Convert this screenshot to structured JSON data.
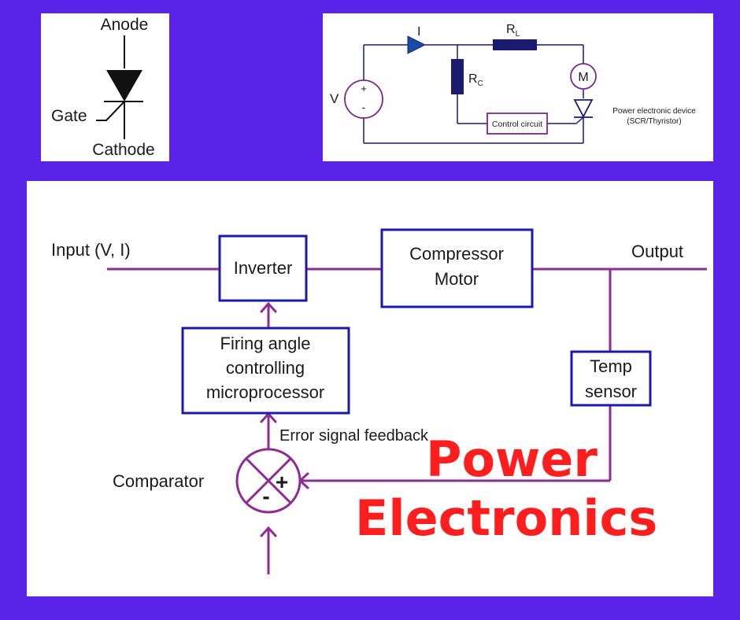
{
  "scr_symbol": {
    "anode_label": "Anode",
    "gate_label": "Gate",
    "cathode_label": "Cathode"
  },
  "circuit": {
    "source_label": "V",
    "source_plus": "+",
    "source_minus": "-",
    "current_label": "I",
    "load_resistor_label": "R",
    "load_resistor_sub": "L",
    "control_resistor_label": "R",
    "control_resistor_sub": "C",
    "motor_label": "M",
    "control_circuit_label": "Control circuit",
    "device_label_line1": "Power electronic device",
    "device_label_line2": "(SCR/Thyristor)"
  },
  "block_diagram": {
    "input_label": "Input (V, I)",
    "output_label": "Output",
    "inverter_label": "Inverter",
    "compressor_line1": "Compressor",
    "compressor_line2": "Motor",
    "firing_line1": "Firing angle",
    "firing_line2": "controlling",
    "firing_line3": "microprocessor",
    "temp_line1": "Temp",
    "temp_line2": "sensor",
    "error_label": "Error signal feedback",
    "comparator_label": "Comparator",
    "comparator_plus": "+",
    "comparator_minus": "-"
  },
  "title": {
    "line1": "Power",
    "line2": "Electronics"
  },
  "colors": {
    "background": "#5b22ea",
    "wire_purple": "#8e2c96",
    "block_border": "#1a1ab0",
    "title_red": "#ff1e1e"
  }
}
